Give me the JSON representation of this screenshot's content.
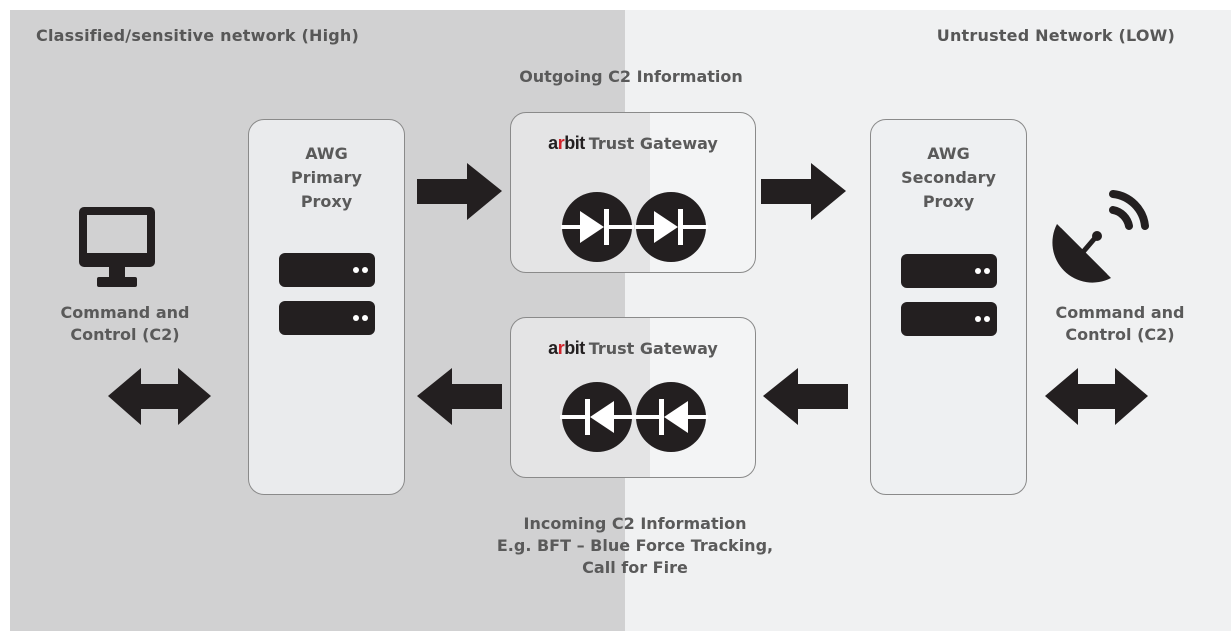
{
  "zones": {
    "high": {
      "title": "Classified/sensitive network (High)"
    },
    "low": {
      "title": "Untrusted Network (LOW)"
    }
  },
  "flows": {
    "outgoing": "Outgoing C2 Information",
    "incoming": "Incoming C2 Information\nE.g. BFT – Blue Force Tracking,\nCall for Fire"
  },
  "proxies": {
    "primary": {
      "title": "AWG\nPrimary\nProxy"
    },
    "secondary": {
      "title": "AWG\nSecondary\nProxy"
    }
  },
  "gateways": {
    "brand_prefix": "a",
    "brand_r": "r",
    "brand_suffix": "bit",
    "title": "Trust Gateway"
  },
  "endpoints": {
    "left": {
      "label": "Command and\nControl (C2)",
      "icon": "monitor-icon"
    },
    "right": {
      "label": "Command and\nControl (C2)",
      "icon": "satellite-dish-icon"
    }
  },
  "colors": {
    "high_zone": "#d1d1d2",
    "low_zone": "#f0f1f2",
    "icon_dark": "#231f20",
    "brand_red": "#d2232a",
    "text_gray": "#5a5a5a"
  }
}
